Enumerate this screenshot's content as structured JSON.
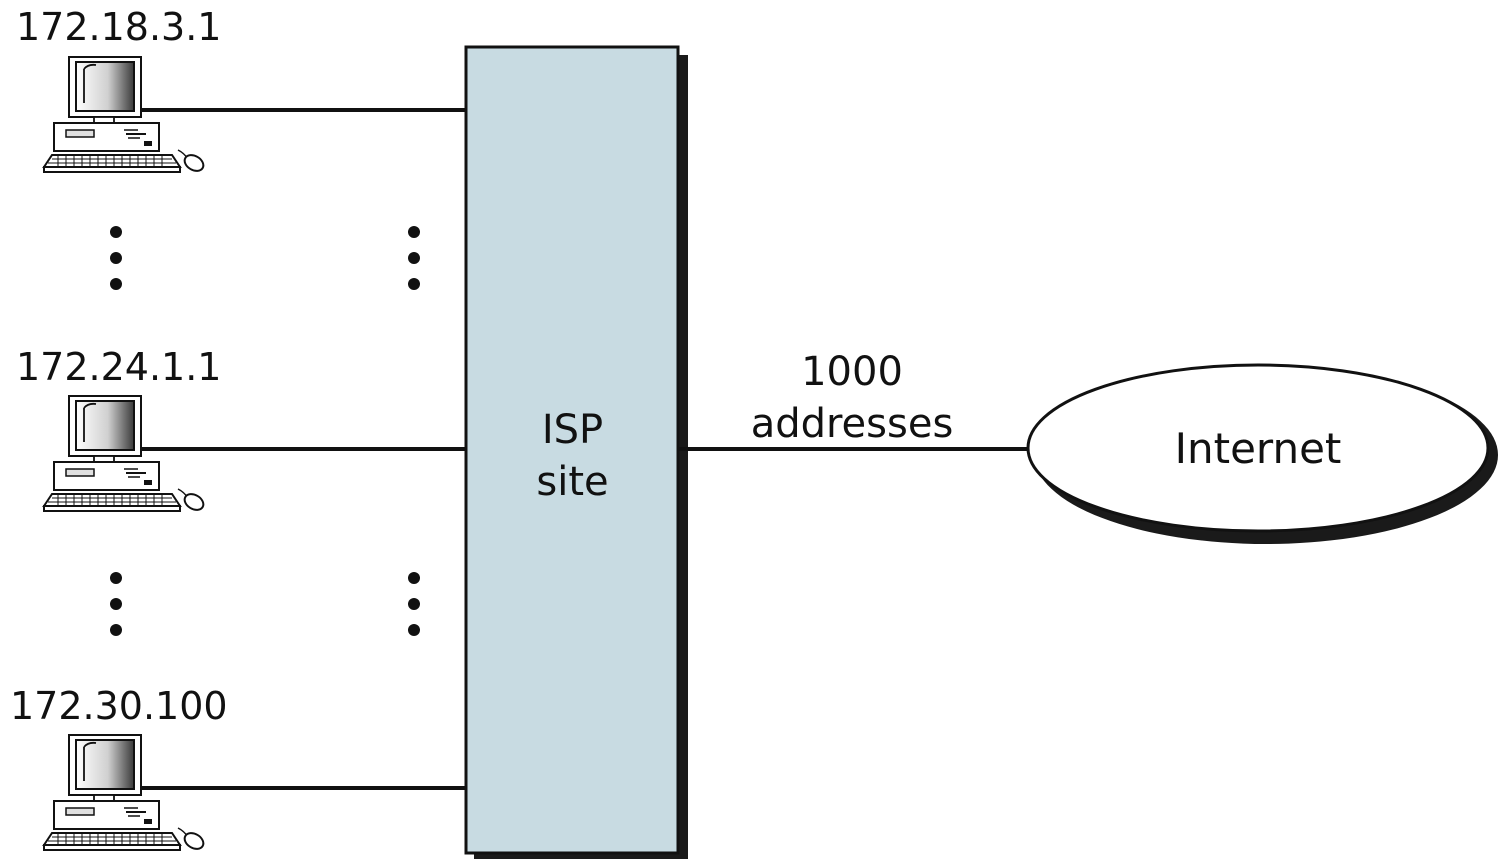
{
  "hosts": [
    {
      "address": "172.18.3.1"
    },
    {
      "address": "172.24.1.1"
    },
    {
      "address": "172.30.100"
    }
  ],
  "isp": {
    "line1": "ISP",
    "line2": "site"
  },
  "uplink": {
    "line1": "1000",
    "line2": "addresses"
  },
  "internet": {
    "label": "Internet"
  },
  "colors": {
    "isp_fill": "#c8dbe2",
    "shadow": "#1a1a1a",
    "line": "#111111"
  },
  "icons": {
    "host": "desktop-computer-icon",
    "ellipsis": "vertical-ellipsis-icon"
  }
}
